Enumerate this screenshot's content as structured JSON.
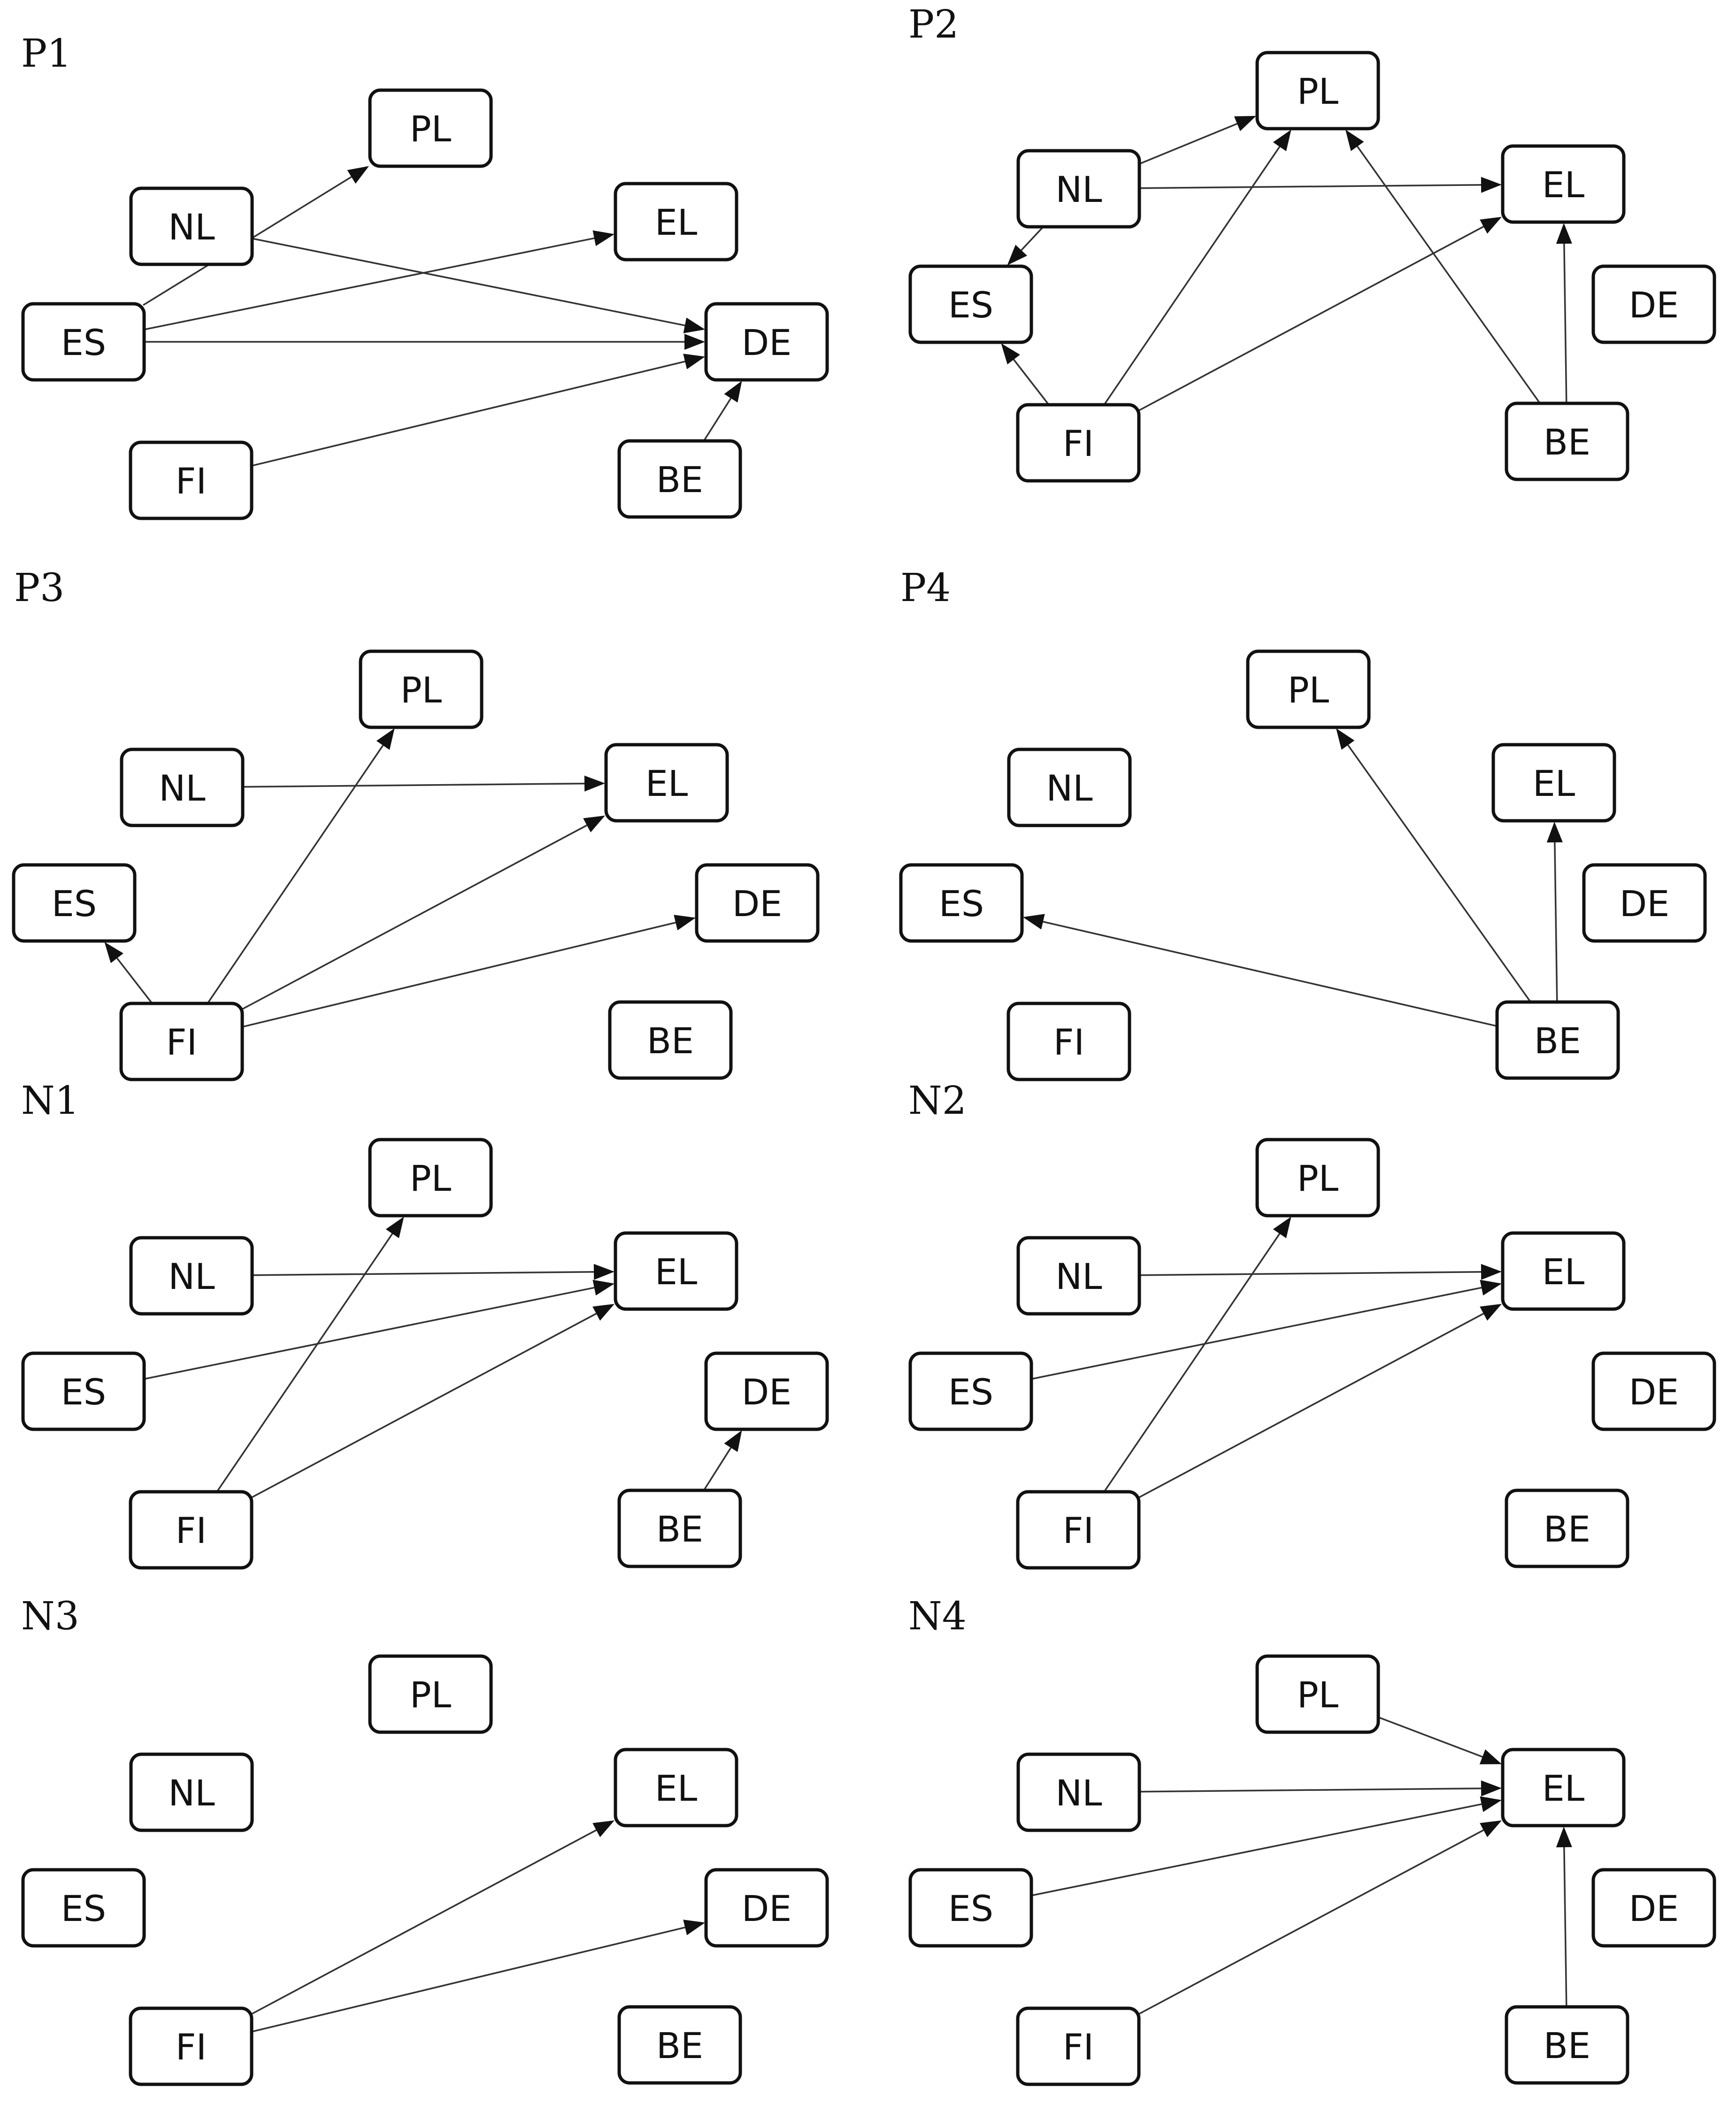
{
  "panels": [
    {
      "label": "P1",
      "nodes": {
        "PL": "PL",
        "NL": "NL",
        "EL": "EL",
        "ES": "ES",
        "DE": "DE",
        "FI": "FI",
        "BE": "BE"
      },
      "edges": [
        [
          "ES",
          "PL"
        ],
        [
          "ES",
          "EL"
        ],
        [
          "ES",
          "DE"
        ],
        [
          "NL",
          "DE"
        ],
        [
          "FI",
          "DE"
        ],
        [
          "BE",
          "DE"
        ]
      ]
    },
    {
      "label": "P2",
      "nodes": {
        "PL": "PL",
        "NL": "NL",
        "EL": "EL",
        "ES": "ES",
        "DE": "DE",
        "FI": "FI",
        "BE": "BE"
      },
      "edges": [
        [
          "NL",
          "PL"
        ],
        [
          "NL",
          "EL"
        ],
        [
          "NL",
          "ES"
        ],
        [
          "FI",
          "ES"
        ],
        [
          "FI",
          "PL"
        ],
        [
          "FI",
          "EL"
        ],
        [
          "BE",
          "PL"
        ],
        [
          "BE",
          "EL"
        ]
      ]
    },
    {
      "label": "P3",
      "nodes": {
        "PL": "PL",
        "NL": "NL",
        "EL": "EL",
        "ES": "ES",
        "DE": "DE",
        "FI": "FI",
        "BE": "BE"
      },
      "edges": [
        [
          "NL",
          "EL"
        ],
        [
          "FI",
          "ES"
        ],
        [
          "FI",
          "PL"
        ],
        [
          "FI",
          "EL"
        ],
        [
          "FI",
          "DE"
        ]
      ]
    },
    {
      "label": "P4",
      "nodes": {
        "PL": "PL",
        "NL": "NL",
        "EL": "EL",
        "ES": "ES",
        "DE": "DE",
        "FI": "FI",
        "BE": "BE"
      },
      "edges": [
        [
          "BE",
          "PL"
        ],
        [
          "BE",
          "EL"
        ],
        [
          "BE",
          "ES"
        ]
      ]
    },
    {
      "label": "N1",
      "nodes": {
        "PL": "PL",
        "NL": "NL",
        "EL": "EL",
        "ES": "ES",
        "DE": "DE",
        "FI": "FI",
        "BE": "BE"
      },
      "edges": [
        [
          "NL",
          "EL"
        ],
        [
          "ES",
          "EL"
        ],
        [
          "FI",
          "PL"
        ],
        [
          "FI",
          "EL"
        ],
        [
          "BE",
          "DE"
        ]
      ]
    },
    {
      "label": "N2",
      "nodes": {
        "PL": "PL",
        "NL": "NL",
        "EL": "EL",
        "ES": "ES",
        "DE": "DE",
        "FI": "FI",
        "BE": "BE"
      },
      "edges": [
        [
          "NL",
          "EL"
        ],
        [
          "ES",
          "EL"
        ],
        [
          "FI",
          "PL"
        ],
        [
          "FI",
          "EL"
        ]
      ]
    },
    {
      "label": "N3",
      "nodes": {
        "PL": "PL",
        "NL": "NL",
        "EL": "EL",
        "ES": "ES",
        "DE": "DE",
        "FI": "FI",
        "BE": "BE"
      },
      "edges": [
        [
          "FI",
          "EL"
        ],
        [
          "FI",
          "DE"
        ]
      ]
    },
    {
      "label": "N4",
      "nodes": {
        "PL": "PL",
        "NL": "NL",
        "EL": "EL",
        "ES": "ES",
        "DE": "DE",
        "FI": "FI",
        "BE": "BE"
      },
      "edges": [
        [
          "PL",
          "EL"
        ],
        [
          "NL",
          "EL"
        ],
        [
          "ES",
          "EL"
        ],
        [
          "FI",
          "EL"
        ],
        [
          "BE",
          "EL"
        ]
      ]
    }
  ]
}
